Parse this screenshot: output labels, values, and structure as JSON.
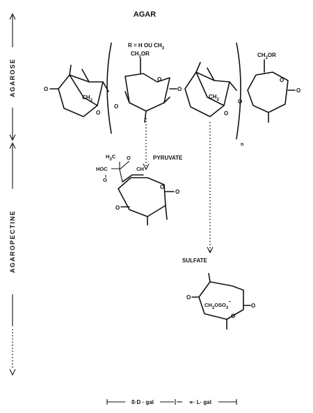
{
  "title": "AGAR",
  "substituent_note": "R = H    OU CH",
  "substituent_sub": "3",
  "side_labels": {
    "agarose": "AGAROSE",
    "agaropectine": "AGAROPECTINE"
  },
  "group_labels": {
    "ch2or": "CH",
    "ch2or_sub": "2",
    "ch2or_tail": "OR",
    "ch2": "CH",
    "ch2_sub": "2",
    "o": "O",
    "n": "n"
  },
  "pyruvate": {
    "label": "PYRUVATE",
    "h3c": "H",
    "h3c_sub": "3",
    "h3c_tail": "C",
    "hoc": "HOC",
    "o": "O",
    "ch": "CH"
  },
  "sulfate": {
    "label": "SULFATE",
    "group": "CH",
    "group_sub": "2",
    "group_tail": "OSO",
    "group_sub2": "3",
    "group_sup": "−"
  },
  "bottom_legend": {
    "beta": "ß·D · gal",
    "alpha": "∝· L· gal"
  }
}
